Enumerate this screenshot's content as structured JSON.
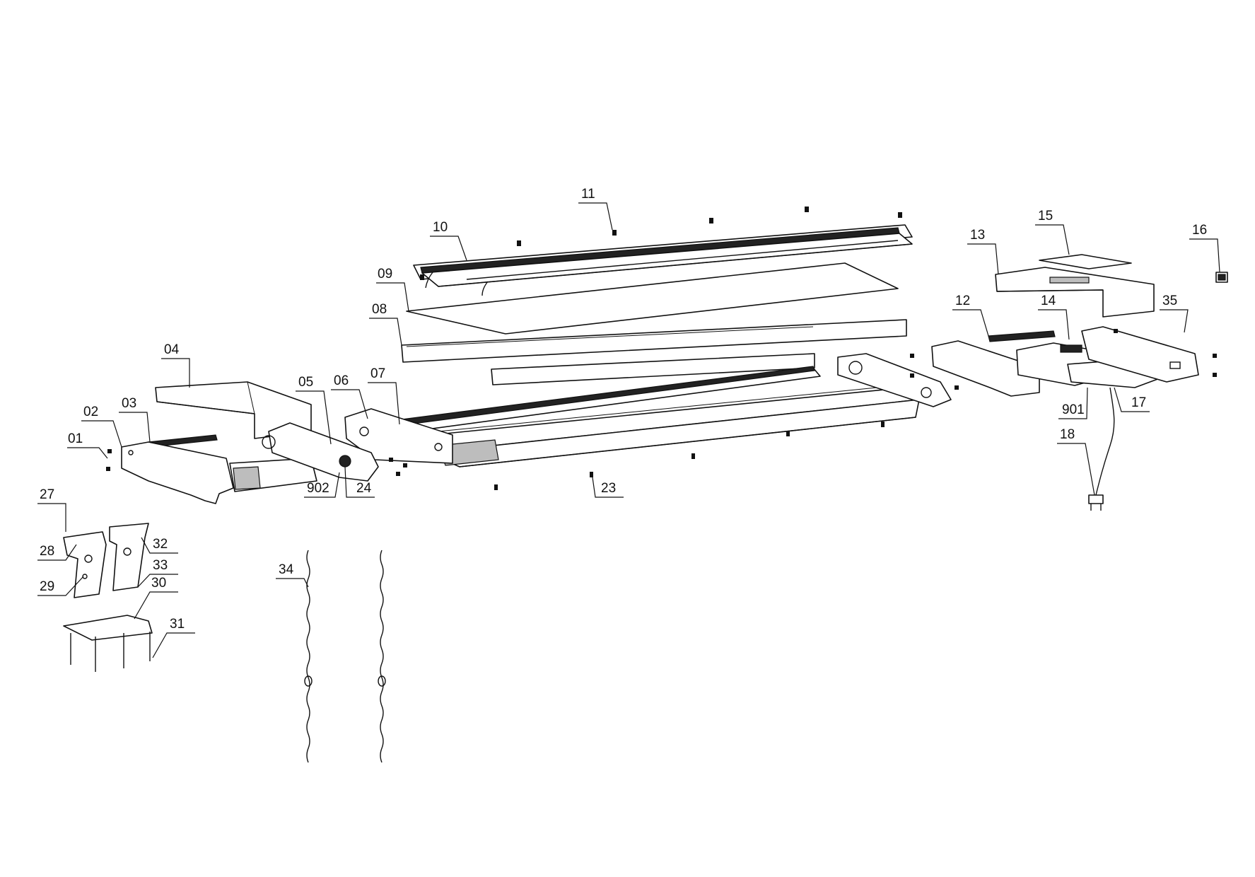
{
  "diagram": {
    "callouts": {
      "c01": "01",
      "c02": "02",
      "c03": "03",
      "c04": "04",
      "c05": "05",
      "c06": "06",
      "c07": "07",
      "c08": "08",
      "c09": "09",
      "c10": "10",
      "c11": "11",
      "c12": "12",
      "c13": "13",
      "c14": "14",
      "c15": "15",
      "c16": "16",
      "c17": "17",
      "c18": "18",
      "c23": "23",
      "c24": "24",
      "c27": "27",
      "c28": "28",
      "c29": "29",
      "c30": "30",
      "c31": "31",
      "c32": "32",
      "c33": "33",
      "c34": "34",
      "c35": "35",
      "c901": "901",
      "c902": "902"
    }
  }
}
